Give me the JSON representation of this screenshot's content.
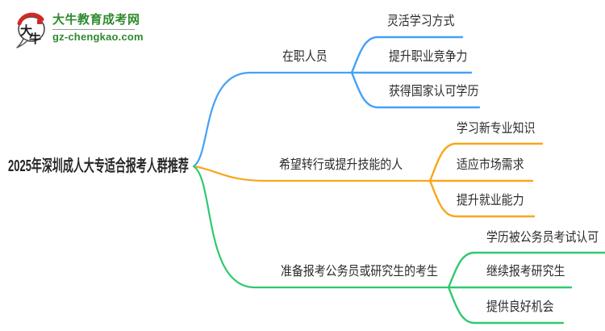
{
  "logo": {
    "icon_char_top": "大",
    "icon_char_bottom": "牛",
    "site_name": "大牛教育成考网",
    "site_url": "gz-chengkao.com",
    "brand_color": "#2e8b2e",
    "seal_color": "#cf2b25"
  },
  "mindmap": {
    "root": "2025年深圳成人大专适合报考人群推荐",
    "root_color": "#262626",
    "branches": [
      {
        "label": "在职人员",
        "color": "#44a1f8",
        "children": [
          "灵活学习方式",
          "提升职业竞争力",
          "获得国家认可学历"
        ]
      },
      {
        "label": "希望转行或提升技能的人",
        "color": "#f9a61b",
        "children": [
          "学习新专业知识",
          "适应市场需求",
          "提升就业能力"
        ]
      },
      {
        "label": "准备报考公务员或研究生的考生",
        "color": "#2fc96f",
        "children": [
          "学历被公务员考试认可",
          "继续报考研究生",
          "提供良好机会"
        ]
      }
    ]
  }
}
